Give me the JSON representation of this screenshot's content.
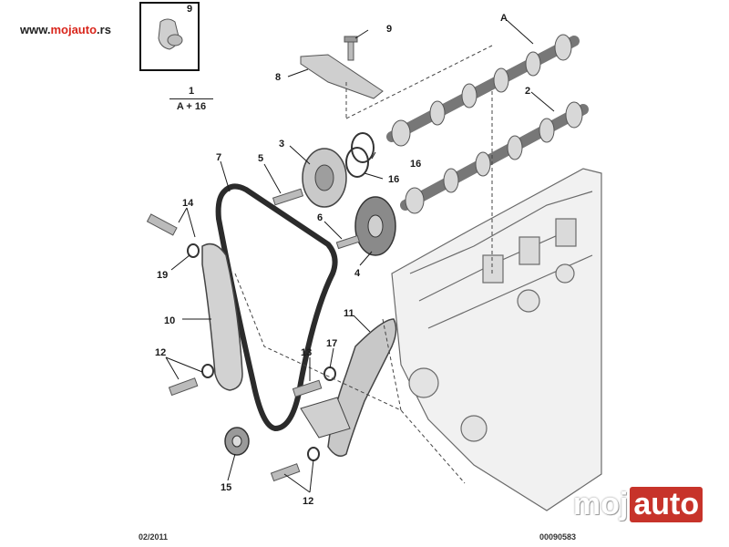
{
  "site": {
    "prefix": "www.",
    "brand": "mojauto",
    "suffix": ".rs"
  },
  "kit": {
    "top": "1",
    "bottom": "A + 16"
  },
  "footer": {
    "date": "02/2011",
    "code": "00090583"
  },
  "watermark": {
    "part1": "moj",
    "part2": "auto"
  },
  "callouts": {
    "inset9": "9",
    "part9": "9",
    "partA": "A",
    "part2": "2",
    "part8": "8",
    "part3": "3",
    "part16a": "16",
    "part16b": "16",
    "part5": "5",
    "part7": "7",
    "part6": "6",
    "part14": "14",
    "part4": "4",
    "part19": "19",
    "part10": "10",
    "part11": "11",
    "part12a": "12",
    "part13": "13",
    "part17": "17",
    "part15": "15",
    "part12b": "12"
  },
  "colors": {
    "ink": "#1a1a1a",
    "watermark_red": "#c7332a",
    "brand_red": "#d9261c"
  }
}
